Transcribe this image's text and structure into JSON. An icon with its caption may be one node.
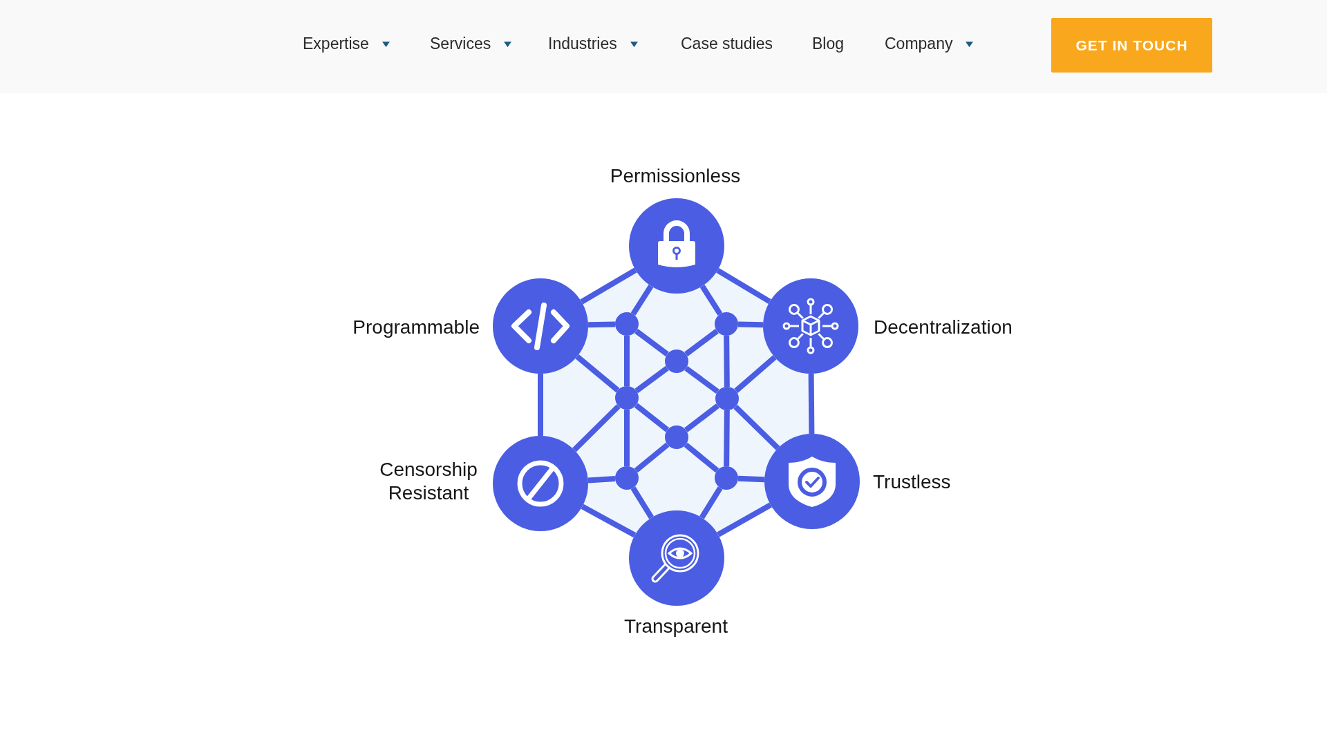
{
  "diagram": {
    "nodes": [
      {
        "text": [
          "Permissionless"
        ]
      },
      {
        "text": [
          "Programmable"
        ]
      },
      {
        "text": [
          "Decentralization"
        ]
      },
      {
        "text": [
          "Censorship Resistant"
        ]
      },
      {
        "text": [
          "Trustless"
        ]
      },
      {
        "text": [
          "Transparent"
        ]
      },
      {
        "text": [],
        "shape": "circle"
      },
      {
        "text": [],
        "shape": "circle"
      },
      {
        "text": [],
        "shape": "circle"
      },
      {
        "text": [],
        "shape": "circle"
      },
      {
        "text": [],
        "shape": "circle"
      },
      {
        "text": [],
        "shape": "circle"
      },
      {
        "text": [],
        "shape": "circle"
      },
      {
        "text": [],
        "shape": "circle"
      }
    ],
    "edges": [
      {
        "from": 0,
        "to": 1,
        "arrow": "none"
      },
      {
        "from": 0,
        "to": 2,
        "arrow": "none"
      },
      {
        "from": 1,
        "to": 3,
        "arrow": "none"
      },
      {
        "from": 2,
        "to": 4,
        "arrow": "none"
      },
      {
        "from": 3,
        "to": 5,
        "arrow": "none"
      },
      {
        "from": 4,
        "to": 5,
        "arrow": "none"
      },
      {
        "from": 0,
        "to": 6,
        "arrow": "none"
      },
      {
        "from": 0,
        "to": 7,
        "arrow": "none"
      },
      {
        "from": 1,
        "to": 6,
        "arrow": "none"
      },
      {
        "from": 2,
        "to": 7,
        "arrow": "none"
      },
      {
        "from": 6,
        "to": 8,
        "arrow": "none"
      },
      {
        "from": 7,
        "to": 8,
        "arrow": "none"
      },
      {
        "from": 6,
        "to": 9,
        "arrow": "none"
      },
      {
        "from": 7,
        "to": 10,
        "arrow": "none"
      },
      {
        "from": 8,
        "to": 9,
        "arrow": "none"
      },
      {
        "from": 8,
        "to": 10,
        "arrow": "none"
      },
      {
        "from": 1,
        "to": 9,
        "arrow": "none"
      },
      {
        "from": 2,
        "to": 10,
        "arrow": "none"
      },
      {
        "from": 9,
        "to": 11,
        "arrow": "none"
      },
      {
        "from": 10,
        "to": 11,
        "arrow": "none"
      },
      {
        "from": 9,
        "to": 12,
        "arrow": "none"
      },
      {
        "from": 10,
        "to": 13,
        "arrow": "none"
      },
      {
        "from": 3,
        "to": 9,
        "arrow": "none"
      },
      {
        "from": 4,
        "to": 10,
        "arrow": "none"
      },
      {
        "from": 11,
        "to": 12,
        "arrow": "none"
      },
      {
        "from": 11,
        "to": 13,
        "arrow": "none"
      },
      {
        "from": 12,
        "to": 3,
        "arrow": "none"
      },
      {
        "from": 13,
        "to": 4,
        "arrow": "none"
      },
      {
        "from": 12,
        "to": 5,
        "arrow": "none"
      },
      {
        "from": 13,
        "to": 5,
        "arrow": "none"
      }
    ],
    "labels": [
      "Expertise",
      "Services",
      "Industries",
      "Case studies",
      "Blog",
      "Company",
      "GET IN TOUCH"
    ]
  }
}
